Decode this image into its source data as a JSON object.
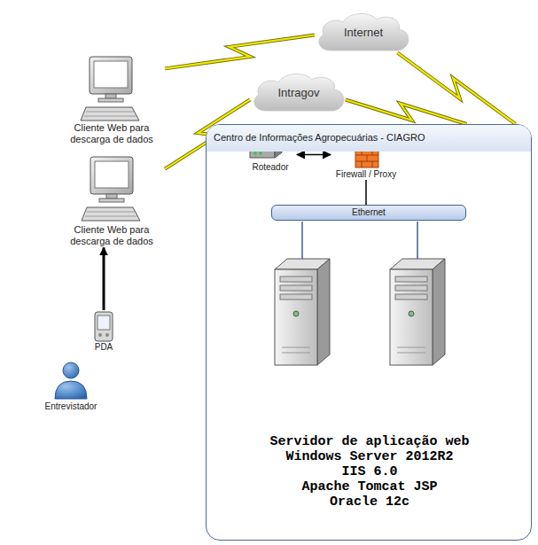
{
  "diagram": {
    "nodes": [
      {
        "text": [
          "Cliente Web para descarga de dados"
        ]
      },
      {
        "text": [
          "Internet"
        ]
      },
      {
        "text": [
          "Intragov"
        ]
      },
      {
        "text": [
          "Cliente Web para descarga de dados"
        ]
      },
      {
        "text": [
          "PDA"
        ]
      },
      {
        "text": [
          "Entrevistador"
        ]
      },
      {
        "text": [
          "Centro de Informações Agropecuárias - CIAGRO"
        ]
      },
      {
        "text": [
          "Roteador"
        ],
        "in": 6
      },
      {
        "text": [
          "Firewall / Proxy"
        ],
        "in": 6
      },
      {
        "text": [
          "Ethernet"
        ],
        "in": 6
      }
    ],
    "edges": [
      {
        "from": 0,
        "to": 1,
        "arrow": "none"
      },
      {
        "from": 1,
        "to": 6,
        "arrow": "none"
      },
      {
        "from": 3,
        "to": 2,
        "arrow": "none"
      },
      {
        "from": 2,
        "to": 6,
        "arrow": "none"
      },
      {
        "from": 4,
        "to": 3,
        "arrow": "to"
      },
      {
        "from": 7,
        "to": 8,
        "arrow": "both"
      },
      {
        "from": 8,
        "to": 9,
        "arrow": "none"
      }
    ],
    "labels": [
      "Servidor de aplicação web",
      "Windows Server 2012R2",
      "IIS 6.0",
      "Apache Tomcat JSP",
      "Oracle 12c"
    ]
  }
}
